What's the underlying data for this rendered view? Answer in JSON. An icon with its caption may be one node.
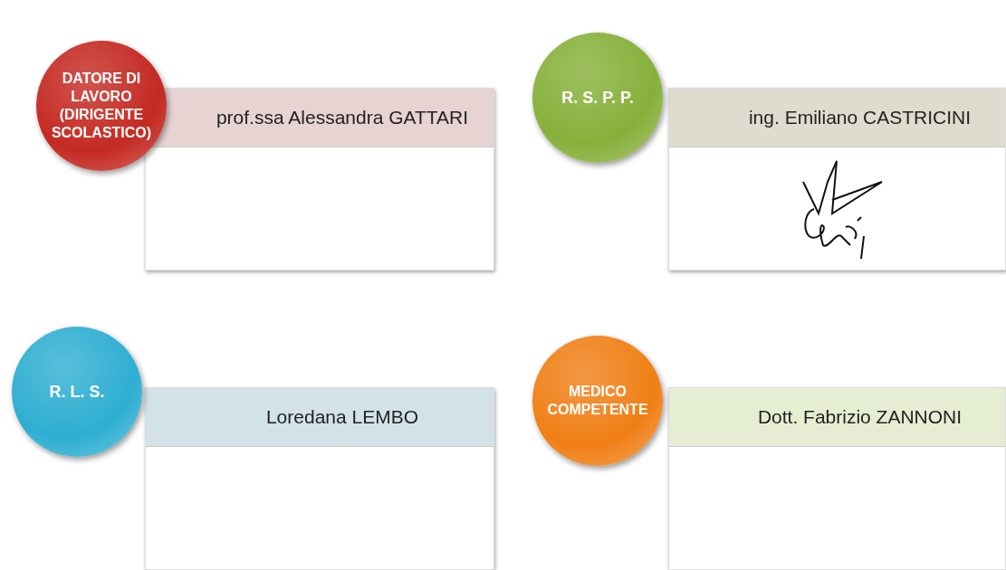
{
  "diagram": {
    "nodes": [
      {
        "text": [
          "DATORE DI LAVORO (DIRIGENTE SCOLASTICO)"
        ]
      },
      {
        "text": [
          "prof.ssa Alessandra GATTARI"
        ]
      },
      {
        "text": [
          "R. S. P. P."
        ]
      },
      {
        "text": [
          "ing. Emiliano CASTRICINI"
        ]
      },
      {
        "text": [
          "R. L. S."
        ]
      },
      {
        "text": [
          "Loredana LEMBO"
        ]
      },
      {
        "text": [
          "MEDICO COMPETENTE"
        ]
      },
      {
        "text": [
          "Dott. Fabrizio ZANNONI"
        ]
      }
    ]
  }
}
